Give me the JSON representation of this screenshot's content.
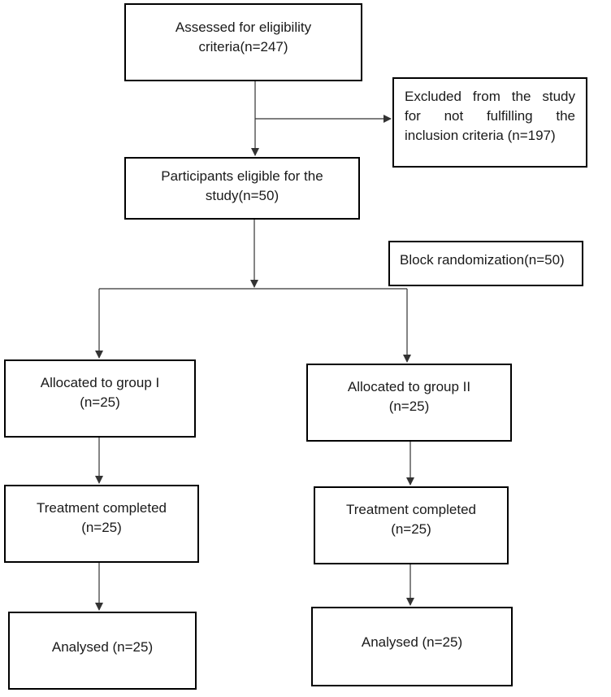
{
  "flowchart": {
    "assessed": {
      "lines": [
        "Assessed for eligibility",
        "criteria(n=247)"
      ]
    },
    "excluded": {
      "lines": [
        "Excluded from the study",
        "for not fulfilling the",
        "inclusion criteria (n=197)"
      ]
    },
    "eligible": {
      "lines": [
        "Participants eligible for the",
        "study(n=50)"
      ]
    },
    "randomization": {
      "lines": [
        "Block randomization(n=50)"
      ]
    },
    "group1": {
      "allocated": [
        "Allocated to group I",
        "(n=25)"
      ],
      "treatment": [
        "Treatment completed",
        "(n=25)"
      ],
      "analysed": [
        "Analysed (n=25)"
      ]
    },
    "group2": {
      "allocated": [
        "Allocated to group II",
        "(n=25)"
      ],
      "treatment": [
        "Treatment completed",
        "(n=25)"
      ],
      "analysed": [
        "Analysed (n=25)"
      ]
    }
  },
  "colors": {
    "border": "#000000",
    "connector": "#333333",
    "text": "#1a1a1a",
    "background": "#ffffff"
  }
}
